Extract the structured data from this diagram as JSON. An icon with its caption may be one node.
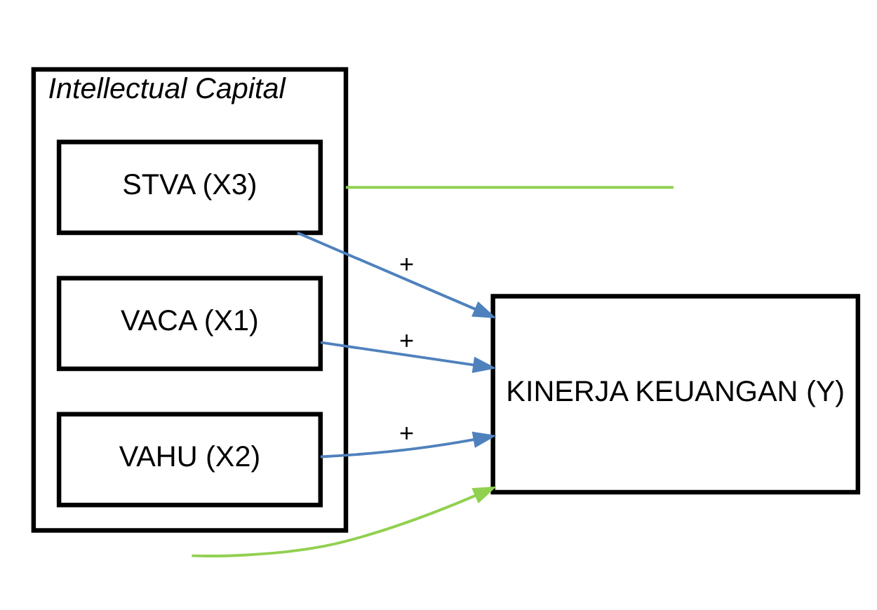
{
  "diagram": {
    "nodes": [
      {
        "text": [
          "Intellectual Capital"
        ]
      },
      {
        "text": [
          "VACA (X1)"
        ],
        "in": 0
      },
      {
        "text": [
          "VAHU (X2)"
        ],
        "in": 0
      },
      {
        "text": [
          "STVA (X3)"
        ],
        "in": 0
      },
      {
        "text": [
          "KINERJA KEUANGAN (Y)"
        ]
      }
    ],
    "edges": [
      {
        "from": 1,
        "to": 4,
        "arrow": "to",
        "label": "+"
      },
      {
        "from": 2,
        "to": 4,
        "arrow": "to",
        "label": "+"
      },
      {
        "from": 3,
        "to": 4,
        "arrow": "to",
        "label": "+"
      },
      {
        "from": 0,
        "to": null,
        "arrow": "none",
        "color": "#92d050"
      },
      {
        "from": null,
        "to": 4,
        "arrow": "to",
        "color": "#92d050"
      }
    ]
  }
}
